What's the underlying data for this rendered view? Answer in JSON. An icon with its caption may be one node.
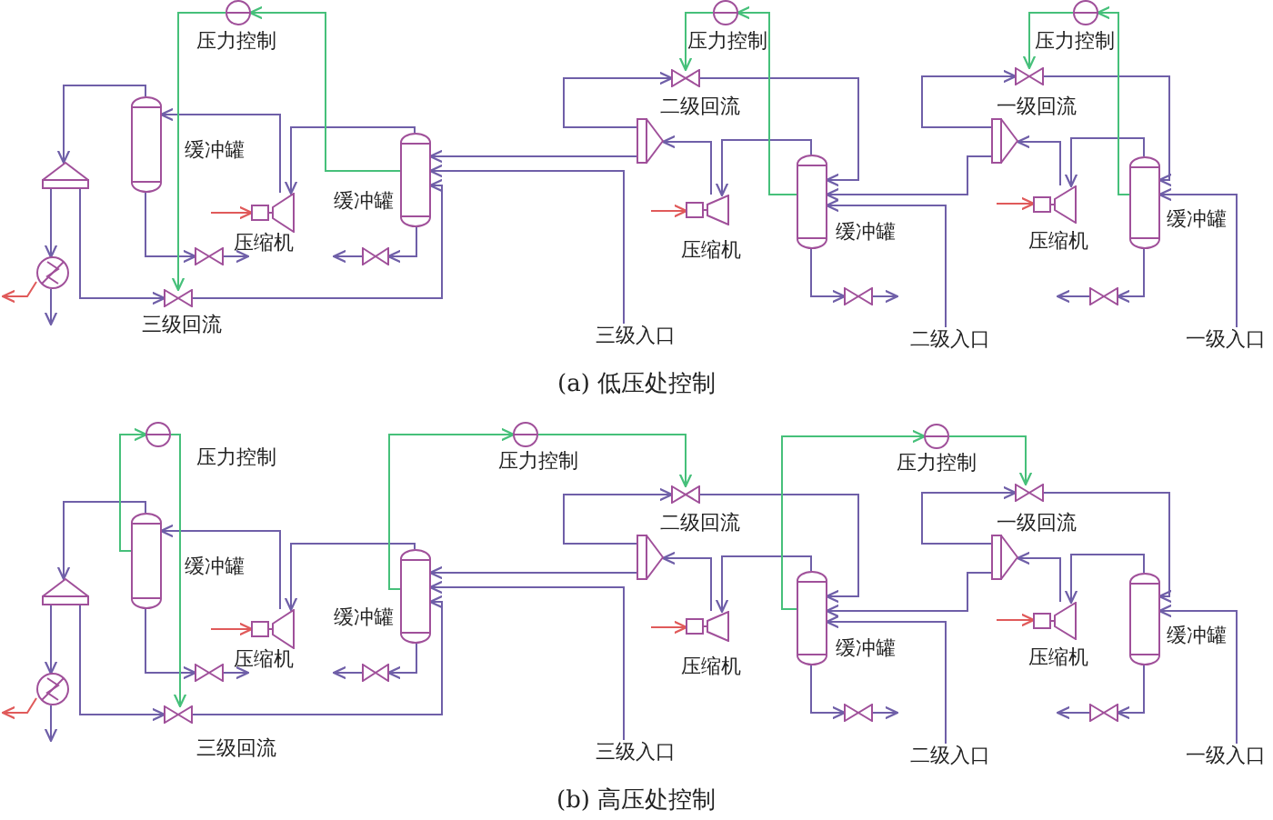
{
  "diagram": {
    "nodes": [
      {
        "text": [],
        "shape": "circle",
        "beside": [
          "压力控制"
        ]
      },
      {
        "text": [],
        "shape": "trapezoid"
      },
      {
        "text": [],
        "shape": "circle"
      },
      {
        "text": [],
        "shape": "cylinder",
        "beside": [
          "缓冲罐"
        ]
      },
      {
        "text": [],
        "shape": "compressor",
        "beside": [
          "压缩机"
        ]
      },
      {
        "text": [],
        "shape": "cylinder",
        "beside": [
          "缓冲罐"
        ]
      },
      {
        "text": [],
        "shape": "valve",
        "beside": [
          "三级回流"
        ]
      },
      {
        "text": [],
        "shape": "valve"
      },
      {
        "text": [],
        "shape": "valve"
      },
      {
        "text": [
          "三级入口"
        ]
      },
      {
        "text": [],
        "shape": "circle",
        "beside": [
          "压力控制"
        ]
      },
      {
        "text": [],
        "shape": "valve",
        "beside": [
          "二级回流"
        ]
      },
      {
        "text": [],
        "shape": "trapezoid"
      },
      {
        "text": [],
        "shape": "compressor",
        "beside": [
          "压缩机"
        ]
      },
      {
        "text": [],
        "shape": "cylinder",
        "beside": [
          "缓冲罐"
        ]
      },
      {
        "text": [],
        "shape": "valve"
      },
      {
        "text": [
          "二级入口"
        ]
      },
      {
        "text": [],
        "shape": "circle",
        "beside": [
          "压力控制"
        ]
      },
      {
        "text": [],
        "shape": "valve",
        "beside": [
          "一级回流"
        ]
      },
      {
        "text": [],
        "shape": "trapezoid"
      },
      {
        "text": [],
        "shape": "compressor",
        "beside": [
          "压缩机"
        ]
      },
      {
        "text": [],
        "shape": "cylinder",
        "beside": [
          "缓冲罐"
        ]
      },
      {
        "text": [],
        "shape": "valve"
      },
      {
        "text": [
          "一级入口"
        ]
      },
      {
        "text": [],
        "shape": "circle",
        "beside": [
          "压力控制"
        ]
      },
      {
        "text": [],
        "shape": "trapezoid"
      },
      {
        "text": [],
        "shape": "circle"
      },
      {
        "text": [],
        "shape": "cylinder",
        "beside": [
          "缓冲罐"
        ]
      },
      {
        "text": [],
        "shape": "compressor",
        "beside": [
          "压缩机"
        ]
      },
      {
        "text": [],
        "shape": "cylinder",
        "beside": [
          "缓冲罐"
        ]
      },
      {
        "text": [],
        "shape": "valve",
        "beside": [
          "三级回流"
        ]
      },
      {
        "text": [],
        "shape": "valve"
      },
      {
        "text": [],
        "shape": "valve"
      },
      {
        "text": [
          "三级入口"
        ]
      },
      {
        "text": [],
        "shape": "circle",
        "beside": [
          "压力控制"
        ]
      },
      {
        "text": [],
        "shape": "valve",
        "beside": [
          "二级回流"
        ]
      },
      {
        "text": [],
        "shape": "trapezoid"
      },
      {
        "text": [],
        "shape": "compressor",
        "beside": [
          "压缩机"
        ]
      },
      {
        "text": [],
        "shape": "cylinder",
        "beside": [
          "缓冲罐"
        ]
      },
      {
        "text": [],
        "shape": "valve"
      },
      {
        "text": [
          "二级入口"
        ]
      },
      {
        "text": [],
        "shape": "circle",
        "beside": [
          "压力控制"
        ]
      },
      {
        "text": [],
        "shape": "valve",
        "beside": [
          "一级回流"
        ]
      },
      {
        "text": [],
        "shape": "trapezoid"
      },
      {
        "text": [],
        "shape": "compressor",
        "beside": [
          "压缩机"
        ]
      },
      {
        "text": [],
        "shape": "cylinder",
        "beside": [
          "缓冲罐"
        ]
      },
      {
        "text": [],
        "shape": "valve"
      },
      {
        "text": [
          "一级入口"
        ]
      }
    ],
    "edges": [
      {
        "from": 23,
        "to": 21,
        "arrow": "to"
      },
      {
        "from": 21,
        "to": 20,
        "arrow": "to"
      },
      {
        "from": 20,
        "to": 19,
        "arrow": "to"
      },
      {
        "from": 19,
        "to": 14,
        "arrow": "to"
      },
      {
        "from": 19,
        "to": 18,
        "arrow": "to"
      },
      {
        "from": 18,
        "to": 21,
        "arrow": "to"
      },
      {
        "from": 21,
        "to": 22,
        "arrow": "to"
      },
      {
        "from": 22,
        "to": null,
        "arrow": "to"
      },
      {
        "from": null,
        "to": 20,
        "arrow": "to",
        "color": "#e05a5a"
      },
      {
        "from": 16,
        "to": 14,
        "arrow": "to"
      },
      {
        "from": 14,
        "to": 13,
        "arrow": "to"
      },
      {
        "from": 13,
        "to": 12,
        "arrow": "to"
      },
      {
        "from": 12,
        "to": 5,
        "arrow": "to"
      },
      {
        "from": 12,
        "to": 11,
        "arrow": "to"
      },
      {
        "from": 11,
        "to": 14,
        "arrow": "to"
      },
      {
        "from": 14,
        "to": 15,
        "arrow": "to"
      },
      {
        "from": 15,
        "to": null,
        "arrow": "to"
      },
      {
        "from": null,
        "to": 13,
        "arrow": "to",
        "color": "#e05a5a"
      },
      {
        "from": 9,
        "to": 5,
        "arrow": "to"
      },
      {
        "from": 5,
        "to": 4,
        "arrow": "to"
      },
      {
        "from": 4,
        "to": 3,
        "arrow": "to"
      },
      {
        "from": 3,
        "to": 1,
        "arrow": "to"
      },
      {
        "from": 1,
        "to": 2,
        "arrow": "to"
      },
      {
        "from": 2,
        "to": null,
        "arrow": "to"
      },
      {
        "from": 2,
        "to": null,
        "arrow": "to",
        "color": "#e05a5a"
      },
      {
        "from": 1,
        "to": 6,
        "arrow": "to"
      },
      {
        "from": 6,
        "to": 5,
        "arrow": "to"
      },
      {
        "from": 3,
        "to": 7,
        "arrow": "to"
      },
      {
        "from": 7,
        "to": null,
        "arrow": "to"
      },
      {
        "from": 5,
        "to": 8,
        "arrow": "to"
      },
      {
        "from": 8,
        "to": null,
        "arrow": "to"
      },
      {
        "from": null,
        "to": 4,
        "arrow": "to",
        "color": "#e05a5a"
      },
      {
        "from": 5,
        "to": 0,
        "arrow": "to",
        "color": "#46c07a"
      },
      {
        "from": 0,
        "to": 6,
        "arrow": "to",
        "color": "#46c07a"
      },
      {
        "from": 14,
        "to": 10,
        "arrow": "to",
        "color": "#46c07a"
      },
      {
        "from": 10,
        "to": 11,
        "arrow": "to",
        "color": "#46c07a"
      },
      {
        "from": 21,
        "to": 17,
        "arrow": "to",
        "color": "#46c07a"
      },
      {
        "from": 17,
        "to": 18,
        "arrow": "to",
        "color": "#46c07a"
      },
      {
        "from": 47,
        "to": 45,
        "arrow": "to"
      },
      {
        "from": 45,
        "to": 44,
        "arrow": "to"
      },
      {
        "from": 44,
        "to": 43,
        "arrow": "to"
      },
      {
        "from": 43,
        "to": 38,
        "arrow": "to"
      },
      {
        "from": 43,
        "to": 42,
        "arrow": "to"
      },
      {
        "from": 42,
        "to": 45,
        "arrow": "to"
      },
      {
        "from": 45,
        "to": 46,
        "arrow": "to"
      },
      {
        "from": 46,
        "to": null,
        "arrow": "to"
      },
      {
        "from": null,
        "to": 44,
        "arrow": "to",
        "color": "#e05a5a"
      },
      {
        "from": 40,
        "to": 38,
        "arrow": "to"
      },
      {
        "from": 38,
        "to": 37,
        "arrow": "to"
      },
      {
        "from": 37,
        "to": 36,
        "arrow": "to"
      },
      {
        "from": 36,
        "to": 29,
        "arrow": "to"
      },
      {
        "from": 36,
        "to": 35,
        "arrow": "to"
      },
      {
        "from": 35,
        "to": 38,
        "arrow": "to"
      },
      {
        "from": 38,
        "to": 39,
        "arrow": "to"
      },
      {
        "from": 39,
        "to": null,
        "arrow": "to"
      },
      {
        "from": null,
        "to": 37,
        "arrow": "to",
        "color": "#e05a5a"
      },
      {
        "from": 33,
        "to": 29,
        "arrow": "to"
      },
      {
        "from": 29,
        "to": 28,
        "arrow": "to"
      },
      {
        "from": 28,
        "to": 27,
        "arrow": "to"
      },
      {
        "from": 27,
        "to": 25,
        "arrow": "to"
      },
      {
        "from": 25,
        "to": 26,
        "arrow": "to"
      },
      {
        "from": 26,
        "to": null,
        "arrow": "to"
      },
      {
        "from": 26,
        "to": null,
        "arrow": "to",
        "color": "#e05a5a"
      },
      {
        "from": 25,
        "to": 30,
        "arrow": "to"
      },
      {
        "from": 30,
        "to": 29,
        "arrow": "to"
      },
      {
        "from": 27,
        "to": 31,
        "arrow": "to"
      },
      {
        "from": 31,
        "to": null,
        "arrow": "to"
      },
      {
        "from": 29,
        "to": 32,
        "arrow": "to"
      },
      {
        "from": 32,
        "to": null,
        "arrow": "to"
      },
      {
        "from": null,
        "to": 28,
        "arrow": "to",
        "color": "#e05a5a"
      },
      {
        "from": 27,
        "to": 24,
        "arrow": "to",
        "color": "#46c07a"
      },
      {
        "from": 24,
        "to": 30,
        "arrow": "to",
        "color": "#46c07a"
      },
      {
        "from": 29,
        "to": 34,
        "arrow": "to",
        "color": "#46c07a"
      },
      {
        "from": 34,
        "to": 35,
        "arrow": "to",
        "color": "#46c07a"
      },
      {
        "from": 38,
        "to": 41,
        "arrow": "to",
        "color": "#46c07a"
      },
      {
        "from": 41,
        "to": 42,
        "arrow": "to",
        "color": "#46c07a"
      }
    ],
    "labels": [
      "(a) 低压处控制",
      "(b) 高压处控制"
    ]
  }
}
